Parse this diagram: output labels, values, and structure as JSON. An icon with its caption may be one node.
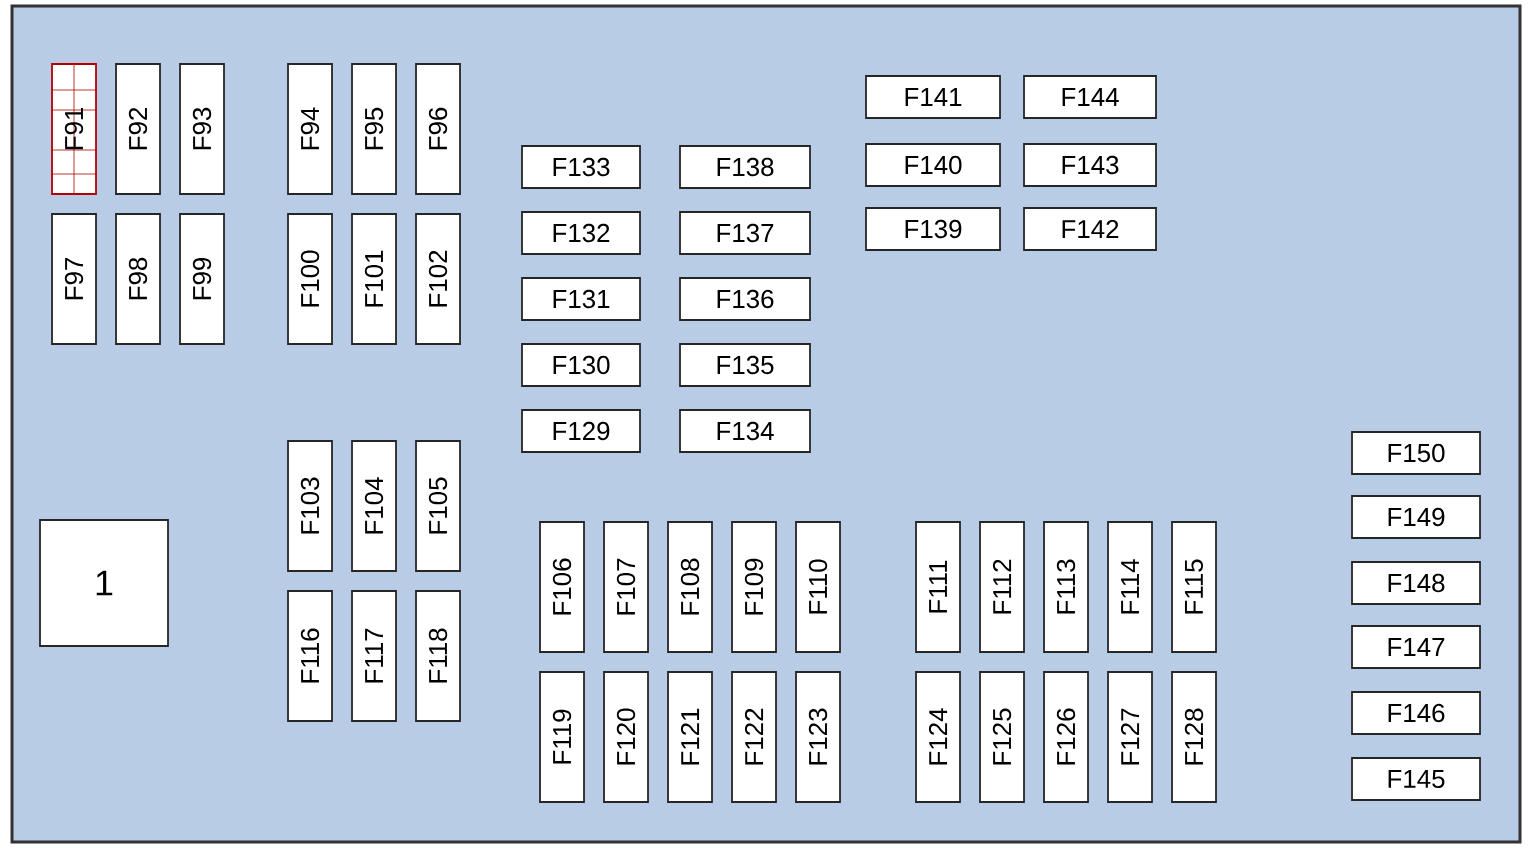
{
  "diagram": {
    "nodes": [
      {
        "text": [
          "F91"
        ]
      },
      {
        "text": [
          "F92"
        ]
      },
      {
        "text": [
          "F93"
        ]
      },
      {
        "text": [
          "F94"
        ]
      },
      {
        "text": [
          "F95"
        ]
      },
      {
        "text": [
          "F96"
        ]
      },
      {
        "text": [
          "F97"
        ]
      },
      {
        "text": [
          "F98"
        ]
      },
      {
        "text": [
          "F99"
        ]
      },
      {
        "text": [
          "F100"
        ]
      },
      {
        "text": [
          "F101"
        ]
      },
      {
        "text": [
          "F102"
        ]
      },
      {
        "text": [
          "F103"
        ]
      },
      {
        "text": [
          "F104"
        ]
      },
      {
        "text": [
          "F105"
        ]
      },
      {
        "text": [
          "F106"
        ]
      },
      {
        "text": [
          "F107"
        ]
      },
      {
        "text": [
          "F108"
        ]
      },
      {
        "text": [
          "F109"
        ]
      },
      {
        "text": [
          "F110"
        ]
      },
      {
        "text": [
          "F111"
        ]
      },
      {
        "text": [
          "F112"
        ]
      },
      {
        "text": [
          "F113"
        ]
      },
      {
        "text": [
          "F114"
        ]
      },
      {
        "text": [
          "F115"
        ]
      },
      {
        "text": [
          "F116"
        ]
      },
      {
        "text": [
          "F117"
        ]
      },
      {
        "text": [
          "F118"
        ]
      },
      {
        "text": [
          "F119"
        ]
      },
      {
        "text": [
          "F120"
        ]
      },
      {
        "text": [
          "F121"
        ]
      },
      {
        "text": [
          "F122"
        ]
      },
      {
        "text": [
          "F123"
        ]
      },
      {
        "text": [
          "F124"
        ]
      },
      {
        "text": [
          "F125"
        ]
      },
      {
        "text": [
          "F126"
        ]
      },
      {
        "text": [
          "F127"
        ]
      },
      {
        "text": [
          "F128"
        ]
      },
      {
        "text": [
          "F129"
        ]
      },
      {
        "text": [
          "F130"
        ]
      },
      {
        "text": [
          "F131"
        ]
      },
      {
        "text": [
          "F132"
        ]
      },
      {
        "text": [
          "F133"
        ]
      },
      {
        "text": [
          "F134"
        ]
      },
      {
        "text": [
          "F135"
        ]
      },
      {
        "text": [
          "F136"
        ]
      },
      {
        "text": [
          "F137"
        ]
      },
      {
        "text": [
          "F138"
        ]
      },
      {
        "text": [
          "F139"
        ]
      },
      {
        "text": [
          "F140"
        ]
      },
      {
        "text": [
          "F141"
        ]
      },
      {
        "text": [
          "F142"
        ]
      },
      {
        "text": [
          "F143"
        ]
      },
      {
        "text": [
          "F144"
        ]
      },
      {
        "text": [
          "F145"
        ]
      },
      {
        "text": [
          "F146"
        ]
      },
      {
        "text": [
          "F147"
        ]
      },
      {
        "text": [
          "F148"
        ]
      },
      {
        "text": [
          "F149"
        ]
      },
      {
        "text": [
          "F150"
        ]
      },
      {
        "text": [
          "1"
        ]
      }
    ]
  }
}
